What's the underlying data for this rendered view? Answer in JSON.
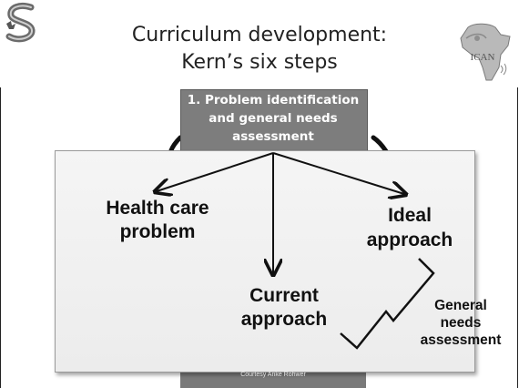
{
  "slide": {
    "title_line1": "Curriculum development:",
    "title_line2": "Kern’s six steps"
  },
  "step": {
    "line1": "1. Problem identification",
    "line2": "and general needs",
    "line3": "assessment"
  },
  "nodes": {
    "health_line1": "Health care",
    "health_line2": "problem",
    "ideal_line1": "Ideal",
    "ideal_line2": "approach",
    "current_line1": "Current",
    "current_line2": "approach",
    "general_line1": "General",
    "general_line2": "needs",
    "general_line3": "assessment"
  },
  "credit": "Courtesy Anke Rohwer",
  "logos": {
    "left": "S",
    "right": "ICAN"
  },
  "colors": {
    "step_box": "#7d7d7d",
    "panel": "#efefef",
    "arrow": "#111111"
  }
}
